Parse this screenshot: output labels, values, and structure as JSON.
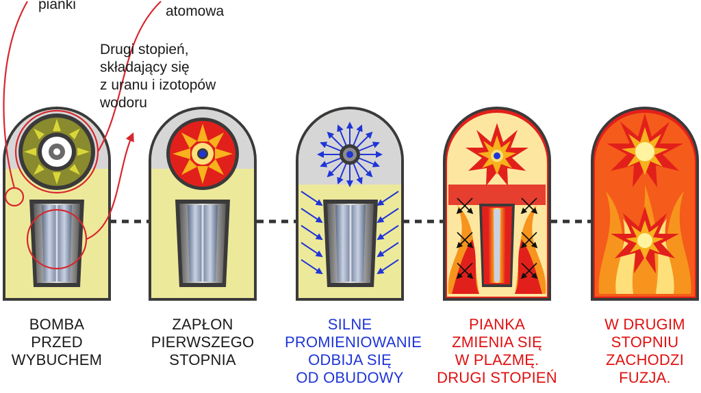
{
  "callouts": {
    "foam": "pianki",
    "primary": "atomowa",
    "secondary": "Drugi stopień,\nskładający się\nz uranu i izotopów\nwodoru"
  },
  "stages": [
    {
      "caption": "BOMBA\nPRZED\nWYBUCHEM",
      "caption_color": "#1a1a1a"
    },
    {
      "caption": "ZAPŁON\nPIERWSZEGO\nSTOPNIA",
      "caption_color": "#1a1a1a"
    },
    {
      "caption": "SILNE\nPROMIENIOWANIE\nODBIJA SIĘ\nOD OBUDOWY",
      "caption_color": "#1f35d6"
    },
    {
      "caption": "PIANKA\nZMIENIA SIĘ\nW PLAZMĘ.\nDRUGI STOPIEŃ",
      "caption_color": "#e01010"
    },
    {
      "caption": "W DRUGIM\nSTOPNIU\nZACHODZI\nFUZJA.",
      "caption_color": "#e01010"
    }
  ],
  "colors": {
    "casing_outline": "#3a3a3a",
    "foam_yellow": "#ede99a",
    "annotation_red": "#d8262e",
    "radiation_blue": "#1f35d6",
    "plasma_red": "#e2201b",
    "plasma_orange": "#f7941d"
  }
}
